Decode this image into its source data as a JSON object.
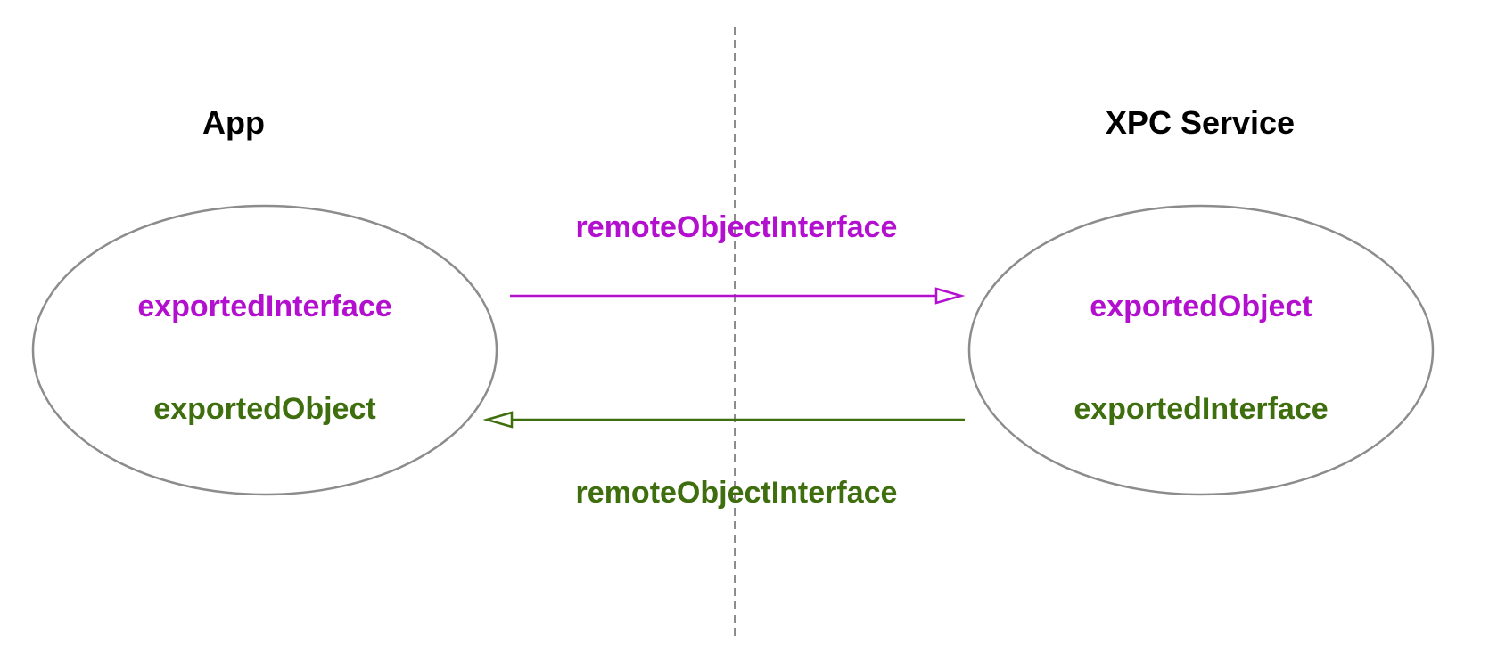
{
  "colors": {
    "magenta": "#b30fcf",
    "green": "#3e6e0e",
    "ellipse_stroke": "#8c8c8c",
    "divider": "#8c8c8c",
    "title": "#000000"
  },
  "left": {
    "title": "App",
    "top_label": "exportedInterface",
    "bottom_label": "exportedObject"
  },
  "right": {
    "title": "XPC Service",
    "top_label": "exportedObject",
    "bottom_label": "exportedInterface"
  },
  "arrows": {
    "top_label": "remoteObjectInterface",
    "bottom_label": "remoteObjectInterface"
  }
}
